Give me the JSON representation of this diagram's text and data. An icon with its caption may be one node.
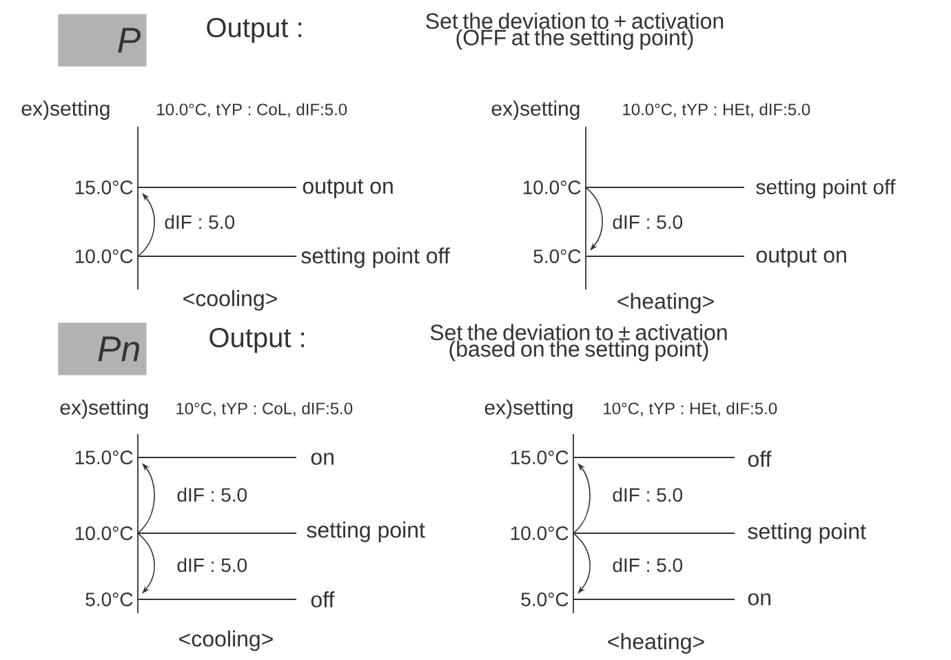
{
  "diagram": {
    "nodes": [
      {
        "text": [
          "P"
        ]
      },
      {
        "text": [
          "Pn"
        ]
      }
    ],
    "labels": [
      "Output :",
      "Set the deviation to + activation (OFF at the setting point)",
      "ex)setting",
      "10.0°C, tYP : CoL, dIF:5.0",
      "ex)setting",
      "10.0°C, tYP : HEt, dIF:5.0",
      "15.0°C",
      "output on",
      "dIF : 5.0",
      "10.0°C",
      "setting point off",
      "10.0°C",
      "setting point off",
      "dIF : 5.0",
      "5.0°C",
      "output on",
      "<cooling>",
      "<heating>",
      "Output :",
      "Set the deviation to ± activation (based on the setting point)",
      "ex)setting",
      "10°C, tYP : CoL, dIF:5.0",
      "ex)setting",
      "10°C, tYP : HEt, dIF:5.0",
      "15.0°C",
      "on",
      "dIF : 5.0",
      "10.0°C",
      "setting point",
      "dIF : 5.0",
      "5.0°C",
      "off",
      "15.0°C",
      "off",
      "dIF : 5.0",
      "10.0°C",
      "setting point",
      "dIF : 5.0",
      "5.0°C",
      "on",
      "<cooling>",
      "<heating>"
    ]
  }
}
